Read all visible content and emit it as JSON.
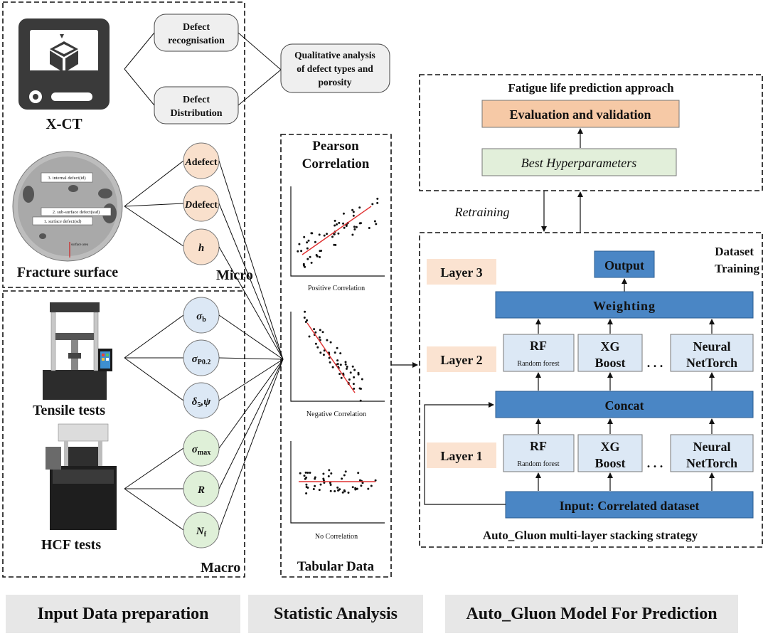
{
  "input_section": {
    "xct": {
      "label": "X-CT",
      "defect_recognisation": [
        "Defect",
        "recognisation"
      ],
      "defect_distribution": [
        "Defect",
        "Distribution"
      ]
    },
    "qualitative": [
      "Qualitative analysis",
      "of defect types and",
      "porosity"
    ],
    "fracture": {
      "label": "Fracture surface",
      "annotations": [
        "3. internal defect(id)",
        "2. sub-surface defect(ssd)",
        "1. surface defect(sd)",
        "surface area"
      ]
    },
    "micro_label": "Micro",
    "micro_params": [
      {
        "main": "A",
        "suffix": "defect"
      },
      {
        "main": "D",
        "suffix": "defect"
      },
      {
        "main": "h",
        "suffix": ""
      }
    ],
    "tensile_label": "Tensile tests",
    "hcf_label": "HCF tests",
    "macro_label": "Macro",
    "macro_params": [
      {
        "main": "σ",
        "sub": "b"
      },
      {
        "main": "σ",
        "sub": "P0.2"
      },
      {
        "main": "δ",
        "sub": "5",
        "extra": ",ψ"
      },
      {
        "main": "σ",
        "sub": "max"
      },
      {
        "main": "R",
        "sub": ""
      },
      {
        "main": "N",
        "sub": "f"
      }
    ]
  },
  "statistics": {
    "title": [
      "Pearson",
      "Correlation"
    ],
    "plots": [
      {
        "caption": "Positive Correlation"
      },
      {
        "caption": "Negative Correlation"
      },
      {
        "caption": "No Correlation"
      }
    ],
    "footer_label": "Tabular Data"
  },
  "model": {
    "fatigue_title": "Fatigue life prediction approach",
    "evaluation": "Evaluation and validation",
    "best_hyper": "Best Hyperparameters",
    "retraining": "Retraining",
    "dataset_training": [
      "Dataset",
      "Training"
    ],
    "layers": [
      "Layer 3",
      "Layer 2",
      "Layer 1"
    ],
    "output": "Output",
    "weighting": "Weighting",
    "concat": "Concat",
    "input": "Input: Correlated dataset",
    "models": [
      {
        "name": "RF",
        "sub": "Random forest"
      },
      {
        "name": "XG",
        "name2": "Boost"
      },
      {
        "name": "Neural",
        "name2": "NetTorch"
      }
    ],
    "ellipsis": ". . .",
    "strategy": "Auto_Gluon multi-layer stacking strategy"
  },
  "footer": {
    "input_prep": "Input Data preparation",
    "stat_analysis": "Statistic Analysis",
    "model_prediction": "Auto_Gluon Model For Prediction"
  },
  "colors": {
    "micro_fill": "#f9e0cc",
    "tensile_fill": "#dce8f5",
    "hcf_fill": "#dff0d8",
    "layer_fill": "#fbe3d1",
    "blue_bar": "#4a86c5",
    "model_fill": "#dce8f5",
    "eval_fill": "#f6c9a6",
    "hyper_fill": "#e2efda",
    "plot_dot": "#111111",
    "plot_line": "#e03030",
    "footer_fill": "#e7e7e7"
  }
}
